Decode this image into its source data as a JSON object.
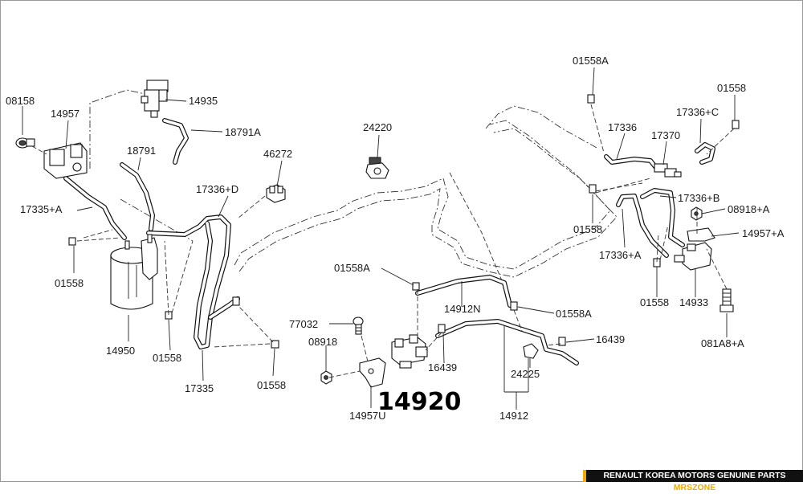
{
  "labels": {
    "p08158": "08158",
    "p14957": "14957",
    "p14935": "14935",
    "p18791A": "18791A",
    "p18791": "18791",
    "p46272": "46272",
    "p17336D": "17336+D",
    "p17335A": "17335+A",
    "p01558_left": "01558",
    "p14950": "14950",
    "p01558_mid": "01558",
    "p17335": "17335",
    "p01558_bot": "01558",
    "p24220": "24220",
    "p01558A_mid": "01558A",
    "p14912N": "14912N",
    "p01558A_right": "01558A",
    "p77032": "77032",
    "p08918": "08918",
    "p16439_mid": "16439",
    "p16439_right": "16439",
    "p24225": "24225",
    "p14912": "14912",
    "p14957U": "14957U",
    "p14920": "14920",
    "p01558A_top": "01558A",
    "p01558_top": "01558",
    "p17336C": "17336+C",
    "p17336": "17336",
    "p17370": "17370",
    "p17336B": "17336+B",
    "p08918A": "08918+A",
    "p14957A": "14957+A",
    "p01558_r1": "01558",
    "p17336A": "17336+A",
    "p01558_r2": "01558",
    "p14933": "14933",
    "p081A8A": "081A8+A"
  },
  "banner": {
    "text": "RENAULT KOREA MOTORS GENUINE PARTS",
    "brand": "MRSZONE"
  }
}
